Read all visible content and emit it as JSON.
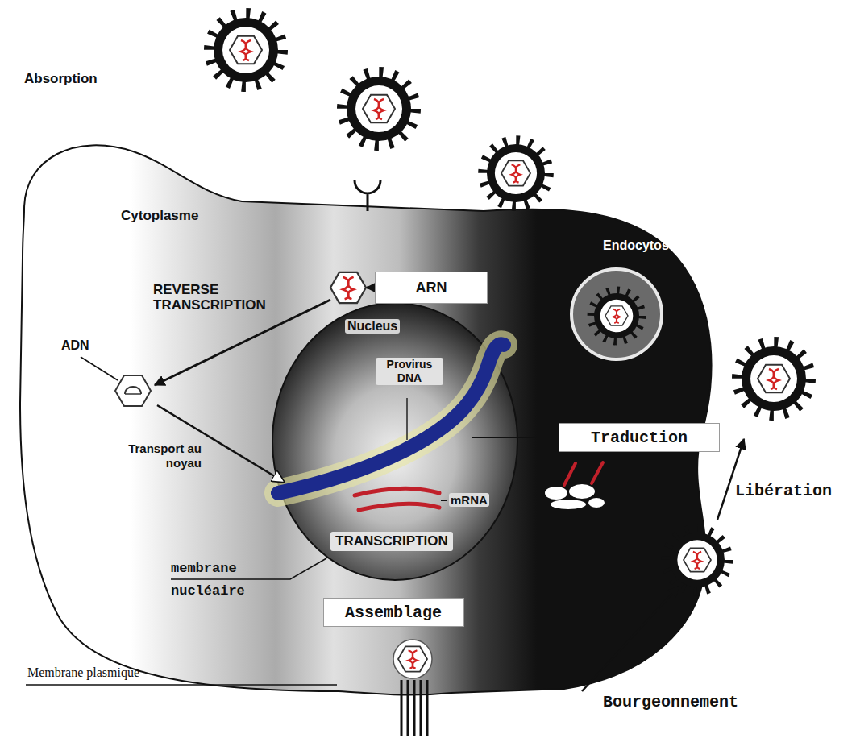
{
  "diagram": {
    "nodes": [
      {
        "text": [
          "ARN"
        ]
      },
      {
        "text": [
          "Traduction"
        ]
      },
      {
        "text": [
          "Assemblage"
        ]
      }
    ],
    "labels": [
      "Absorption",
      "Cytoplasme",
      "Endocytose",
      "REVERSE TRANSCRIPTION",
      "ADN",
      "Nucleus",
      "Provirus DNA",
      "Transport au noyau",
      "mRNA",
      "TRANSCRIPTION",
      "membrane nucléaire",
      "Libération",
      "Membrane plasmique",
      "Bourgeonnement"
    ]
  }
}
